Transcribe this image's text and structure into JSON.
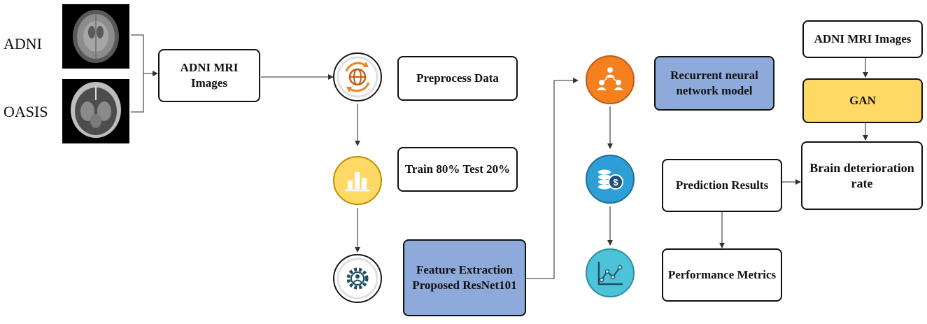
{
  "inputs": [
    {
      "id": "adni",
      "label": "ADNI"
    },
    {
      "id": "oasis",
      "label": "OASIS"
    }
  ],
  "nodes": {
    "adni_mri": "ADNI MRI Images",
    "preprocess": "Preprocess Data",
    "split": "Train 80% Test 20%",
    "feature": "Feature Extraction Proposed ResNet101",
    "rnn": "Recurrent neural network model",
    "prediction": "Prediction Results",
    "performance": "Performance Metrics",
    "adni_mri_gan": "ADNI MRI Images",
    "gan": "GAN",
    "brain_rate": "Brain deterioration rate"
  },
  "icons": [
    {
      "id": "preprocess",
      "name": "globe-refresh-icon",
      "color": "#ffffff",
      "ring": "#1a1a1a"
    },
    {
      "id": "split",
      "name": "bar-chart-icon",
      "color": "#ffd966",
      "ring": "#bf8f00"
    },
    {
      "id": "feature",
      "name": "gear-user-icon",
      "color": "#ffffff",
      "ring": "#1a1a1a"
    },
    {
      "id": "rnn",
      "name": "network-people-icon",
      "color": "#f4801f",
      "ring": "#c55a11"
    },
    {
      "id": "metrics",
      "name": "coins-dollar-icon",
      "color": "#2e9fd6",
      "ring": "#1f6e96"
    },
    {
      "id": "perf",
      "name": "line-chart-icon",
      "color": "#4cc3d9",
      "ring": "#2a8da0"
    }
  ],
  "colors": {
    "blue_box": "#8eaadb",
    "yellow_box": "#ffd966",
    "line": "#555555"
  }
}
